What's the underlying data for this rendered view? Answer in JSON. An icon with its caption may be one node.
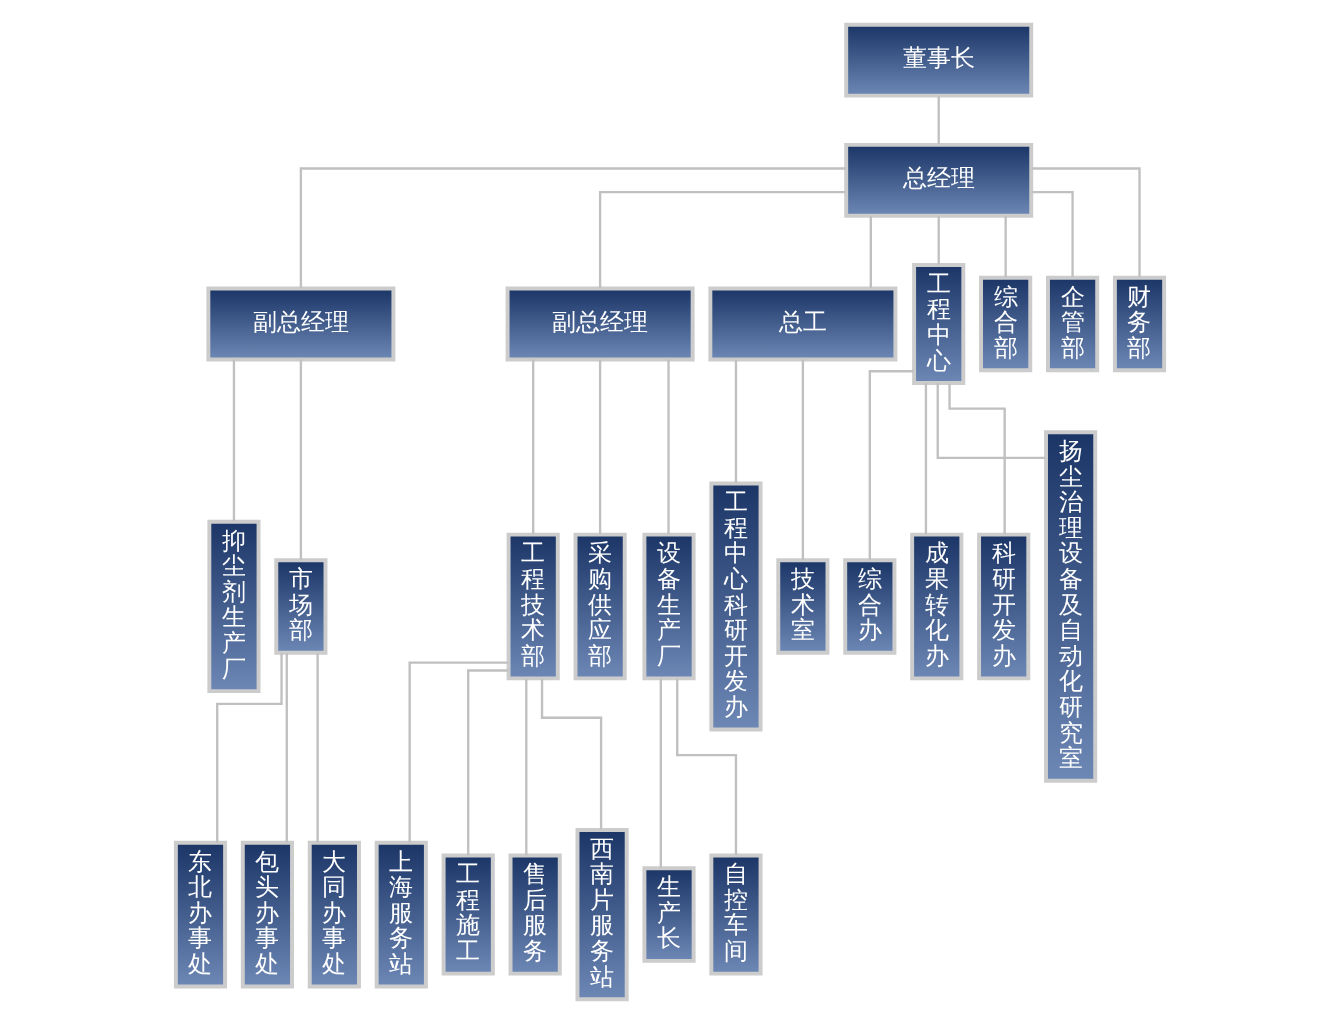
{
  "diagram": {
    "nodes": [
      {
        "text": [
          "董事长"
        ]
      },
      {
        "text": [
          "总经理"
        ]
      },
      {
        "text": [
          "副总经理"
        ]
      },
      {
        "text": [
          "副总经理"
        ]
      },
      {
        "text": [
          "总工"
        ]
      },
      {
        "text": [
          "抑尘剂生产厂"
        ]
      },
      {
        "text": [
          "市场部"
        ]
      },
      {
        "text": [
          "工程中心"
        ]
      },
      {
        "text": [
          "综合部"
        ]
      },
      {
        "text": [
          "企管部"
        ]
      },
      {
        "text": [
          "财务部"
        ]
      },
      {
        "text": [
          "工程技术部"
        ]
      },
      {
        "text": [
          "采购供应部"
        ]
      },
      {
        "text": [
          "设备生产厂"
        ]
      },
      {
        "text": [
          "工程中心科研开发办"
        ]
      },
      {
        "text": [
          "技术室"
        ]
      },
      {
        "text": [
          "东北办事处"
        ]
      },
      {
        "text": [
          "包头办事处"
        ]
      },
      {
        "text": [
          "大同办事处"
        ]
      },
      {
        "text": [
          "综合办"
        ]
      },
      {
        "text": [
          "成果转化办"
        ]
      },
      {
        "text": [
          "科研开发办"
        ]
      },
      {
        "text": [
          "扬尘治理设备及自动化研究室"
        ]
      },
      {
        "text": [
          "上海服务站"
        ]
      },
      {
        "text": [
          "工程施工"
        ]
      },
      {
        "text": [
          "售后服务"
        ]
      },
      {
        "text": [
          "西南片服务站"
        ]
      },
      {
        "text": [
          "生产长"
        ]
      },
      {
        "text": [
          "自控车间"
        ]
      }
    ],
    "edges": [
      {
        "from": 0,
        "to": 1,
        "arrow": "none"
      },
      {
        "from": 1,
        "to": 2,
        "arrow": "none"
      },
      {
        "from": 1,
        "to": 7,
        "arrow": "none"
      },
      {
        "from": 1,
        "to": 8,
        "arrow": "none"
      },
      {
        "from": 1,
        "to": 9,
        "arrow": "none"
      },
      {
        "from": 1,
        "to": 10,
        "arrow": "none"
      },
      {
        "from": 1,
        "to": 3,
        "arrow": "none"
      },
      {
        "from": 1,
        "to": 4,
        "arrow": "none"
      },
      {
        "from": 2,
        "to": 5,
        "arrow": "none"
      },
      {
        "from": 2,
        "to": 6,
        "arrow": "none"
      },
      {
        "from": 3,
        "to": 11,
        "arrow": "none"
      },
      {
        "from": 3,
        "to": 12,
        "arrow": "none"
      },
      {
        "from": 3,
        "to": 13,
        "arrow": "none"
      },
      {
        "from": 4,
        "to": 14,
        "arrow": "none"
      },
      {
        "from": 4,
        "to": 15,
        "arrow": "none"
      },
      {
        "from": 6,
        "to": 16,
        "arrow": "none"
      },
      {
        "from": 6,
        "to": 17,
        "arrow": "none"
      },
      {
        "from": 6,
        "to": 18,
        "arrow": "none"
      },
      {
        "from": 7,
        "to": 19,
        "arrow": "none"
      },
      {
        "from": 7,
        "to": 20,
        "arrow": "none"
      },
      {
        "from": 7,
        "to": 21,
        "arrow": "none"
      },
      {
        "from": 7,
        "to": 22,
        "arrow": "none"
      },
      {
        "from": 11,
        "to": 23,
        "arrow": "none"
      },
      {
        "from": 11,
        "to": 24,
        "arrow": "none"
      },
      {
        "from": 11,
        "to": 25,
        "arrow": "none"
      },
      {
        "from": 11,
        "to": 26,
        "arrow": "none"
      },
      {
        "from": 13,
        "to": 27,
        "arrow": "none"
      },
      {
        "from": 13,
        "to": 28,
        "arrow": "none"
      }
    ]
  }
}
